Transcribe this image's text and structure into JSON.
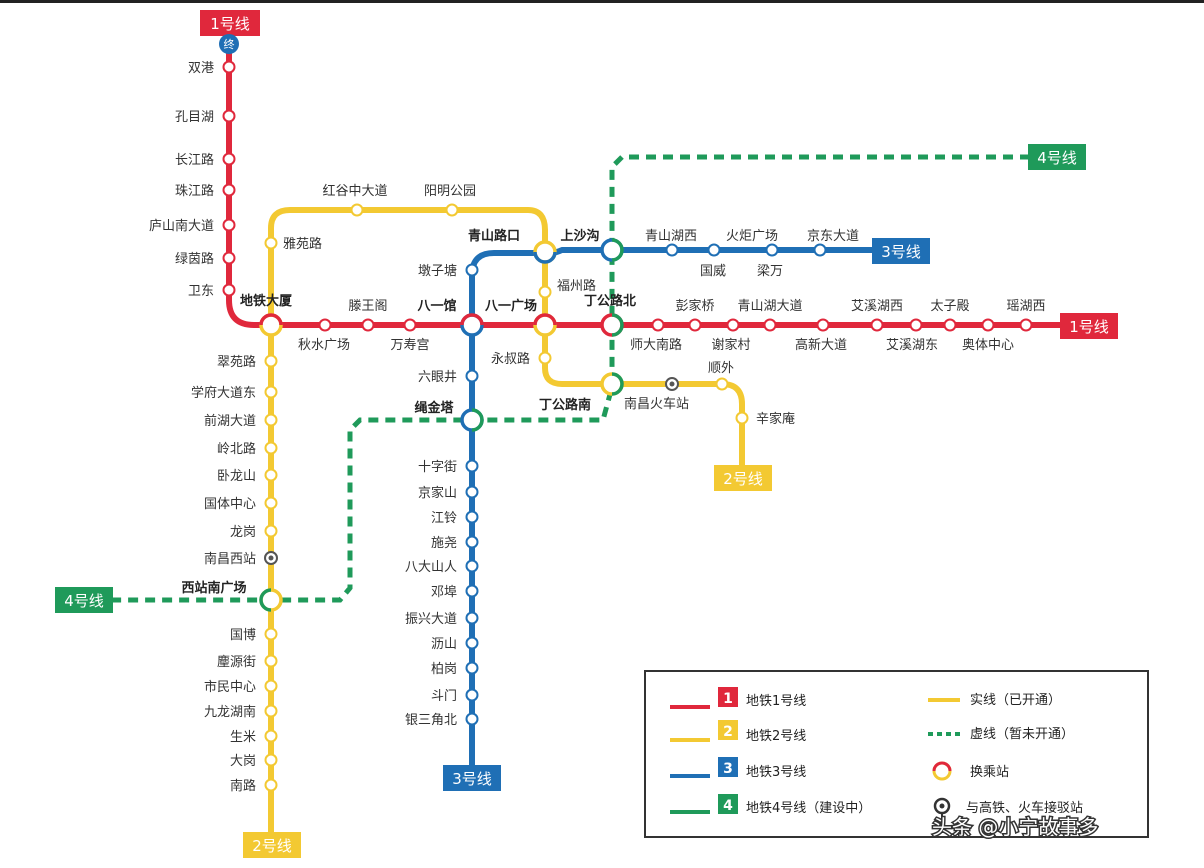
{
  "colors": {
    "line1": "#e0283c",
    "line2": "#f3c932",
    "line3": "#1f6fb5",
    "line4": "#1f9a5a"
  },
  "terminals": {
    "l1_top": "1号线",
    "l1_right": "1号线",
    "l2_bottom": "2号线",
    "l2_right": "2号线",
    "l3_bottom": "3号线",
    "l3_right": "3号线",
    "l4_left": "4号线",
    "l4_right": "4号线",
    "terminus_mark": "终"
  },
  "line1_stations": {
    "shuanggang": "双港",
    "kongmuhu": "孔目湖",
    "changjianglu": "长江路",
    "zhujianglu": "珠江路",
    "lushannandadao": "庐山南大道",
    "lvyinlu": "绿茵路",
    "weidong": "卫东",
    "qiushuiguangchang": "秋水广场",
    "tengwangge": "滕王阁",
    "wanshougong": "万寿宫",
    "shidananlu": "师大南路",
    "pengjiaqiao": "彭家桥",
    "xiejiacun": "谢家村",
    "qingshanhudadao": "青山湖大道",
    "gaoxindadao": "高新大道",
    "aixihuxi": "艾溪湖西",
    "aixihudong": "艾溪湖东",
    "taizidian": "太子殿",
    "aotizhongxin": "奥体中心",
    "yaohuxi": "瑶湖西"
  },
  "line2_stations": {
    "hongguzhongdadao": "红谷中大道",
    "yangminggongyuan": "阳明公园",
    "yayuanlu": "雅苑路",
    "fuzhoulu": "福州路",
    "yongshulu": "永叔路",
    "nanchanghuochezhan": "南昌火车站",
    "shunwai": "顺外",
    "xinjiaan": "辛家庵",
    "cuiyuanlu": "翠苑路",
    "xuefudadaodong": "学府大道东",
    "qianhudadao": "前湖大道",
    "lingbeilu": "岭北路",
    "wolongshan": "卧龙山",
    "guotizhongxin": "国体中心",
    "longgang": "龙岗",
    "nanchangxizhan": "南昌西站",
    "guobo": "国博",
    "lilijie": "麈源街",
    "shiminzhongxin": "市民中心",
    "jiulonghunan": "九龙湖南",
    "shengmi": "生米",
    "dagang": "大岗",
    "nanlu": "南路"
  },
  "line3_stations": {
    "dunzitang": "墩子塘",
    "qingshanhudong_xi": "青山湖西",
    "huojuguangchang": "火炬广场",
    "jingdongdadao": "京东大道",
    "guowei": "国威",
    "liangwan": "梁万",
    "liuyanjing": "六眼井",
    "shizijie": "十字街",
    "jingjiashan": "京家山",
    "jiangling": "江铃",
    "xiaoyao": "施尧",
    "badashanren": "八大山人",
    "dengpu": "邓埠",
    "zhenxingdadao": "振兴大道",
    "lishan": "沥山",
    "baigang": "柏岗",
    "doumen": "斗门",
    "yinsanjiaobei": "银三角北"
  },
  "transfer_stations": {
    "ditiedasha": "地铁大厦",
    "bayiguan": "八一馆",
    "bayiguangchang": "八一广场",
    "qingshanlukou": "青山路口",
    "shangshagou": "上沙沟",
    "dinggonglubei": "丁公路北",
    "dinggonglunan": "丁公路南",
    "shengjinta": "绳金塔",
    "xizhannanguangchang": "西站南广场"
  },
  "legend": {
    "line1": {
      "num": "1",
      "label": "地铁1号线"
    },
    "line2": {
      "num": "2",
      "label": "地铁2号线"
    },
    "line3": {
      "num": "3",
      "label": "地铁3号线"
    },
    "line4": {
      "num": "4",
      "label": "地铁4号线（建设中）"
    },
    "solid": "实线（已开通）",
    "dashed": "虚线（暂未开通）",
    "transfer": "换乘站",
    "rail": "与高铁、火车接驳站"
  },
  "watermark": "头条 @小宁故事多"
}
